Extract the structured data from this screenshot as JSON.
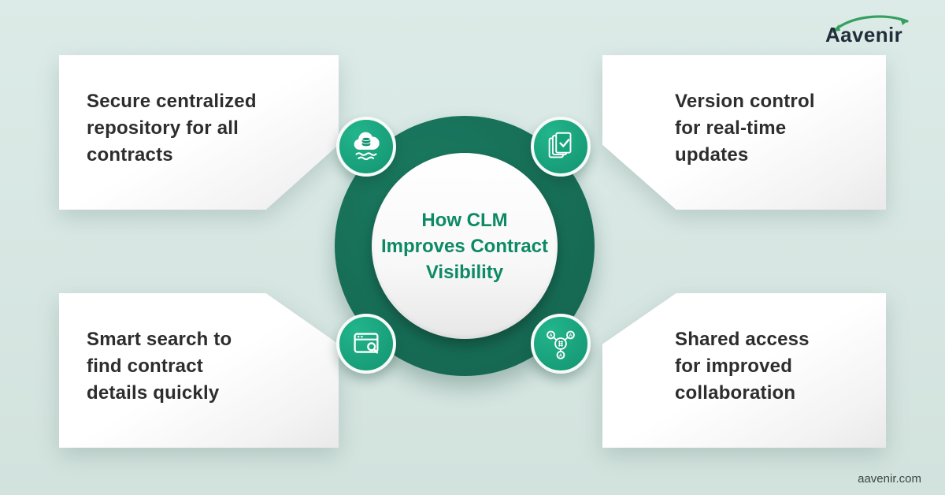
{
  "brand": {
    "logo_text": "Aavenir",
    "website": "aavenir.com"
  },
  "center": {
    "title_lines": [
      "How CLM",
      "Improves Contract",
      "Visibility"
    ]
  },
  "cards": [
    {
      "id": "top-left",
      "icon": "cloud-repository-icon",
      "lines": [
        "Secure centralized",
        "repository for all",
        "contracts"
      ]
    },
    {
      "id": "top-right",
      "icon": "version-control-icon",
      "lines": [
        "Version control",
        "for real-time",
        "updates"
      ]
    },
    {
      "id": "bottom-left",
      "icon": "smart-search-icon",
      "lines": [
        "Smart search to",
        "find contract",
        "details quickly"
      ]
    },
    {
      "id": "bottom-right",
      "icon": "shared-access-icon",
      "lines": [
        "Shared access",
        "for improved",
        "collaboration"
      ]
    }
  ],
  "colors": {
    "background": "#d7e6e2",
    "ring_green": "#14624d",
    "icon_green": "#17a47d",
    "title_green": "#0d8a64",
    "card_text": "#2d2d2d",
    "logo_text": "#222d3a",
    "logo_arc": "#35a060"
  }
}
